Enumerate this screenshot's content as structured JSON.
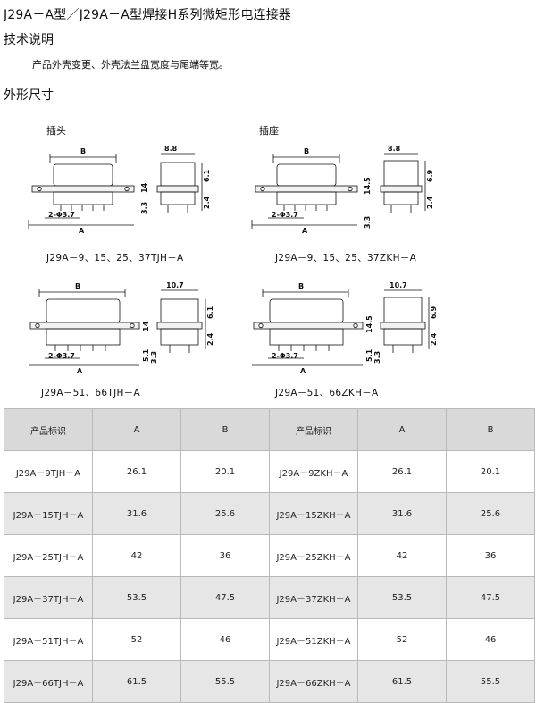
{
  "doc": {
    "title": "J29A－A型／J29A－A型焊接H系列微矩形电连接器",
    "section_tech": "技术说明",
    "tech_text": "产品外壳变更、外壳法兰盘宽度与尾端等宽。",
    "section_dims": "外形尺寸",
    "label_plug": "插头",
    "label_socket": "插座"
  },
  "drawings": {
    "plug_small": {
      "caption": "J29A－9、15、25、37TJH－A",
      "front": {
        "b": "B",
        "hole": "2-Φ3.7",
        "a": "A",
        "left_upper": "14",
        "left_lower": "3.3"
      },
      "side": {
        "top": "8.8",
        "right_upper": "6.1",
        "right_lower": "2.4"
      }
    },
    "socket_small": {
      "caption": "J29A－9、15、25、37ZKH－A",
      "front": {
        "b": "B",
        "hole": "2-Φ3.7",
        "a": "A",
        "left_upper": "14.5",
        "left_lower": "3.3"
      },
      "side": {
        "top": "8.8",
        "right_upper": "6.9",
        "right_lower": "2.4"
      }
    },
    "plug_large": {
      "caption": "J29A－51、66TJH－A",
      "front": {
        "b": "B",
        "hole": "2-Φ3.7",
        "a": "A",
        "left_upper": "14",
        "left_mid": "5.1",
        "left_lower": "3.3"
      },
      "side": {
        "top": "10.7",
        "right_upper": "6.1",
        "right_lower": "2.4"
      }
    },
    "socket_large": {
      "caption": "J29A－51、66ZKH－A",
      "front": {
        "b": "B",
        "hole": "2-Φ3.7",
        "a": "A",
        "left_upper": "14.5",
        "left_mid": "5.1",
        "left_lower": "3.3"
      },
      "side": {
        "top": "10.7",
        "right_upper": "6.9",
        "right_lower": "2.4"
      }
    }
  },
  "table": {
    "headers": [
      "产品标识",
      "A",
      "B",
      "产品标识",
      "A",
      "B"
    ],
    "rows": [
      [
        "J29A－9TJH－A",
        "26.1",
        "20.1",
        "J29A－9ZKH－A",
        "26.1",
        "20.1"
      ],
      [
        "J29A－15TJH－A",
        "31.6",
        "25.6",
        "J29A－15ZKH－A",
        "31.6",
        "25.6"
      ],
      [
        "J29A－25TJH－A",
        "42",
        "36",
        "J29A－25ZKH－A",
        "42",
        "36"
      ],
      [
        "J29A－37TJH－A",
        "53.5",
        "47.5",
        "J29A－37ZKH－A",
        "53.5",
        "47.5"
      ],
      [
        "J29A－51TJH－A",
        "52",
        "46",
        "J29A－51ZKH－A",
        "52",
        "46"
      ],
      [
        "J29A－66TJH－A",
        "61.5",
        "55.5",
        "J29A－66ZKH－A",
        "61.5",
        "55.5"
      ]
    ]
  }
}
